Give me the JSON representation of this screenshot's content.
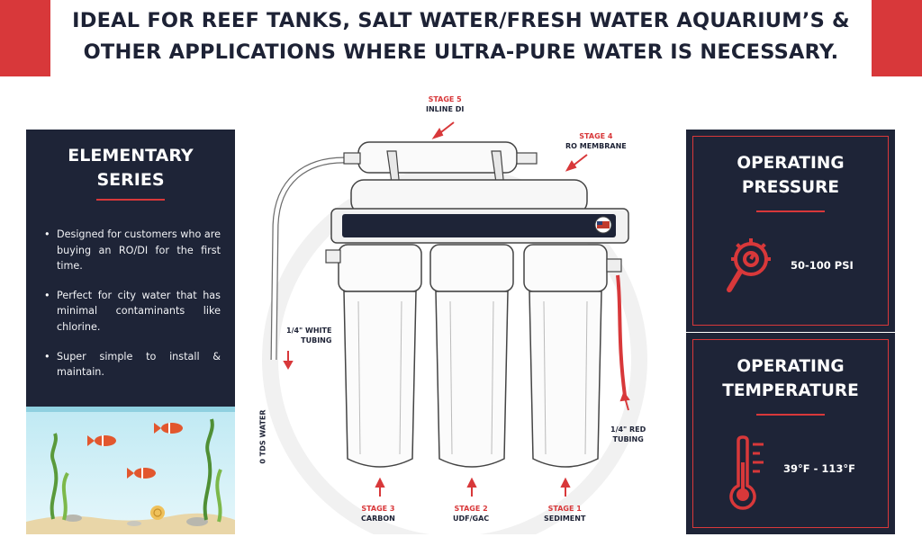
{
  "headline": {
    "line1": "IDEAL FOR REEF TANKS, SALT WATER/FRESH WATER AQUARIUM’S &",
    "line2": "OTHER APPLICATIONS WHERE ULTRA-PURE WATER IS NECESSARY."
  },
  "left_panel": {
    "title_line1": "ELEMENTARY",
    "title_line2": "SERIES",
    "bullets": [
      "Designed for customers who are buying an RO/DI for the first time.",
      "Perfect for city water that has minimal contaminants like chlorine.",
      "Super simple to install & maintain."
    ]
  },
  "pressure": {
    "title_line1": "OPERATING",
    "title_line2": "PRESSURE",
    "value": "50-100 PSI",
    "icon": "pressure-gauge-icon"
  },
  "temperature": {
    "title_line1": "OPERATING",
    "title_line2": "TEMPERATURE",
    "value": "39°F - 113°F",
    "icon": "thermometer-icon"
  },
  "diagram": {
    "stage5": {
      "stage": "STAGE 5",
      "name": "INLINE DI"
    },
    "stage4": {
      "stage": "STAGE 4",
      "name": "RO MEMBRANE"
    },
    "stage3": {
      "stage": "STAGE 3",
      "name": "CARBON"
    },
    "stage2": {
      "stage": "STAGE 2",
      "name": "UDF/GAC"
    },
    "stage1": {
      "stage": "STAGE 1",
      "name": "SEDIMENT"
    },
    "white_tubing_line1": "1/4\" WHITE",
    "white_tubing_line2": "TUBING",
    "red_tubing_line1": "1/4\" RED",
    "red_tubing_line2": "TUBING",
    "tds_label": "0 TDS WATER"
  },
  "colors": {
    "accent_red": "#d8383a",
    "navy": "#1e2437",
    "text_dark": "#1d2235"
  }
}
